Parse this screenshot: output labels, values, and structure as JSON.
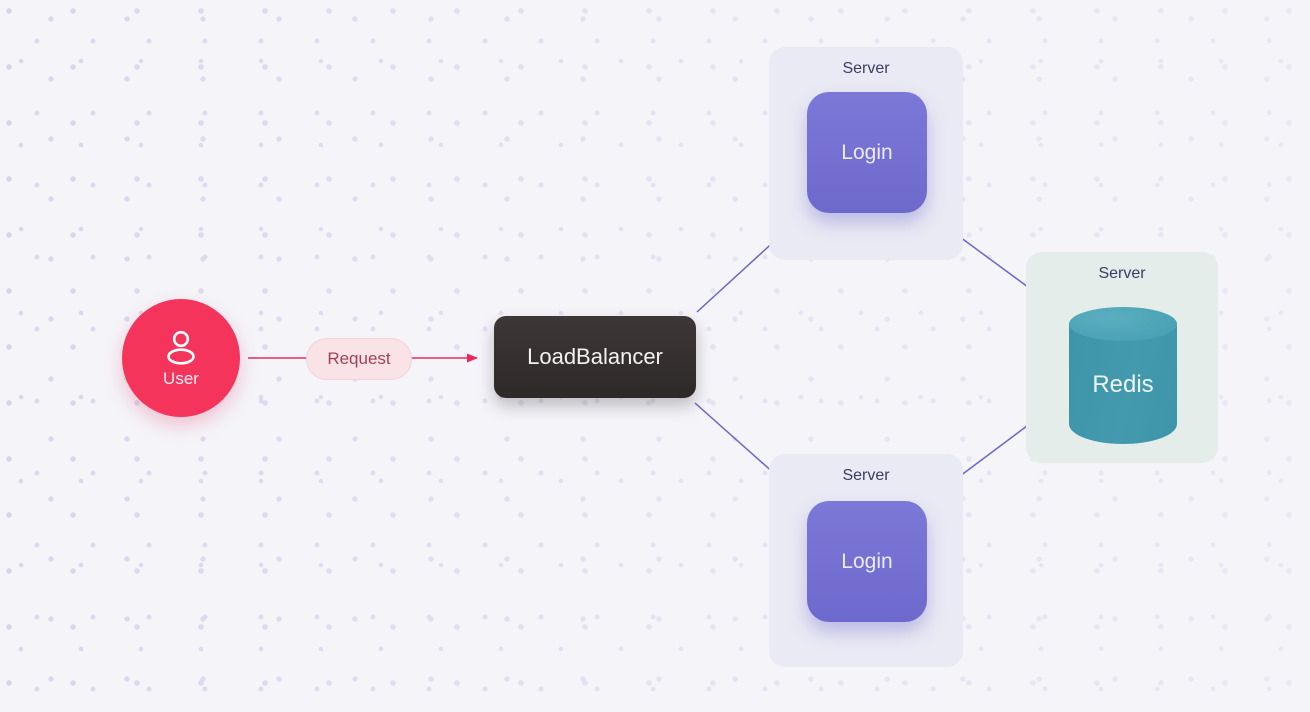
{
  "colors": {
    "background": "#F4F4F9",
    "dot": "#D5D3EA",
    "user_pink": "#F5345C",
    "user_text": "#FDF0F3",
    "request_line": "#E9295C",
    "request_pill_bg": "#FAE3E7",
    "request_pill_border": "#F3D3DB",
    "request_pill_text": "#A14159",
    "load_balancer_top": "#3D3837",
    "load_balancer_bottom": "#2D2928",
    "load_balancer_text": "#F4F2F1",
    "server_panel_lavender": "#EAEAF4",
    "server_panel_teal": "#E4EDEA",
    "server_label": "#3C3C63",
    "login_top": "#7C78D8",
    "login_bottom": "#6E69CC",
    "login_text": "#ECEBFA",
    "edge_purple": "#6A64CE",
    "redis_body": "#3E94A8",
    "redis_body_light": "#4399AD",
    "redis_top": "#4BA2B4",
    "redis_top_light": "#5AAEBF",
    "redis_text": "#EFF5F6"
  },
  "nodes": {
    "user": {
      "label": "User"
    },
    "load_balancer": {
      "label": "LoadBalancer"
    },
    "server_top": {
      "label": "Server",
      "service": {
        "label": "Login"
      }
    },
    "server_bottom": {
      "label": "Server",
      "service": {
        "label": "Login"
      }
    },
    "server_cache": {
      "label": "Server",
      "service": {
        "label": "Redis"
      }
    }
  },
  "edges": {
    "user_to_load_balancer": {
      "label": "Request"
    }
  }
}
